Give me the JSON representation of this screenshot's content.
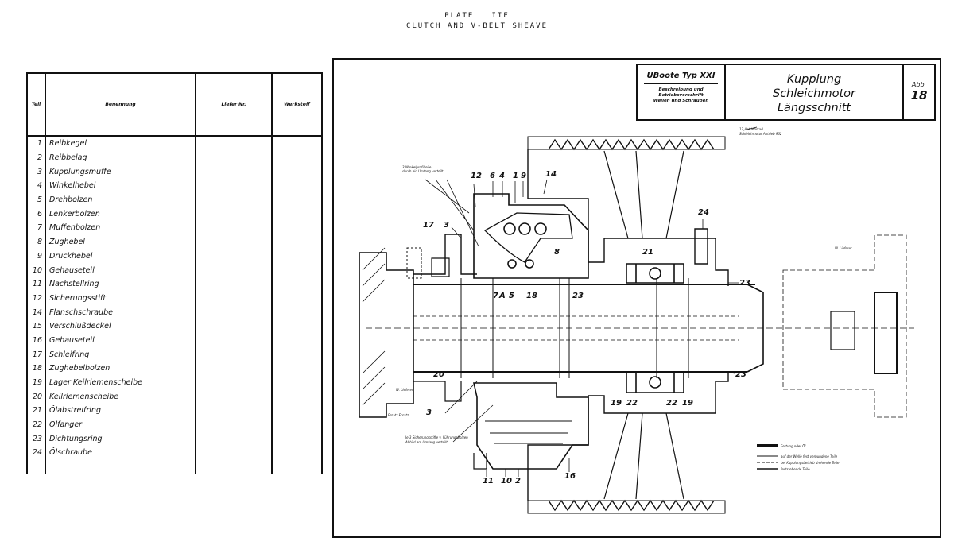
{
  "header": {
    "plate": "PLATE   IIE",
    "caption": "CLUTCH AND V-BELT SHEAVE"
  },
  "parts_table": {
    "columns": [
      "Teil",
      "Benennung",
      "Liefer Nr.",
      "Werkstoff"
    ],
    "rows": [
      {
        "no": "1",
        "name": "Reibkegel"
      },
      {
        "no": "2",
        "name": "Reibbelag"
      },
      {
        "no": "3",
        "name": "Kupplungsmuffe"
      },
      {
        "no": "4",
        "name": "Winkelhebel"
      },
      {
        "no": "5",
        "name": "Drehbolzen"
      },
      {
        "no": "6",
        "name": "Lenkerbolzen"
      },
      {
        "no": "7",
        "name": "Muffenbolzen"
      },
      {
        "no": "8",
        "name": "Zughebel"
      },
      {
        "no": "9",
        "name": "Druckhebel"
      },
      {
        "no": "10",
        "name": "Gehauseteil"
      },
      {
        "no": "11",
        "name": "Nachstellring"
      },
      {
        "no": "12",
        "name": "Sicherungsstift"
      },
      {
        "no": "14",
        "name": "Flanschschraube"
      },
      {
        "no": "15",
        "name": "Verschlußdeckel"
      },
      {
        "no": "16",
        "name": "Gehauseteil"
      },
      {
        "no": "17",
        "name": "Schleifring"
      },
      {
        "no": "18",
        "name": "Zughebelbolzen"
      },
      {
        "no": "19",
        "name": "Lager Keilriemenscheibe"
      },
      {
        "no": "20",
        "name": "Keilriemenscheibe"
      },
      {
        "no": "21",
        "name": "Ölabstreifring"
      },
      {
        "no": "22",
        "name": "Ölfanger"
      },
      {
        "no": "23",
        "name": "Dichtungsring"
      },
      {
        "no": "24",
        "name": "Ölschraube"
      }
    ]
  },
  "title_block": {
    "project": "UBoote Typ XXI",
    "subtitle_lines": [
      "Beschreibung und",
      "Betriebsvorschrift",
      "Wellen und Schrauben"
    ],
    "title_lines": [
      "Kupplung",
      "Schleichmotor",
      "Längsschnitt"
    ],
    "fig_label": "Abb.",
    "fig_number": "18"
  },
  "drawing": {
    "callouts": {
      "c12": "12",
      "c6": "6",
      "c4": "4",
      "c1": "1",
      "c9": "9",
      "c14": "14",
      "c17": "17",
      "c3a": "3",
      "c8": "8",
      "c7": "7",
      "cA": "A",
      "c5": "5",
      "c18": "18",
      "c23a": "23",
      "c21": "21",
      "c24": "24",
      "c23b": "23",
      "c23c": "23",
      "c20": "20",
      "c3b": "3",
      "c19a": "19",
      "c22a": "22",
      "c22b": "22",
      "c19b": "19",
      "c11": "11",
      "c10": "10",
      "c2": "2",
      "c16": "16"
    },
    "notes": {
      "n_top_left_1": "3 Winkelprofilteile",
      "n_top_left_2": "durch ein Umfang verteilt",
      "n_top_right_1": "12 Antriebsrad",
      "n_top_right_2": "Schleichmotor Antrieb 962",
      "n_right": "W. Lieferer",
      "n_left_bottom": "W. Lieferer",
      "n_fix": "Ersatz Ersatz",
      "n_bottom_1": "Je 3 Sicherungsstifte v. Führungsbolzen",
      "n_bottom_2": "Abbild am Umfang verteilt"
    },
    "legend": [
      "Fettung oder Öl",
      "auf der Welle fest verbundene Teile",
      "bei Kupplungsbetrieb drehende Teile",
      "feststehende Teile"
    ]
  },
  "colors": {
    "ink": "#111111",
    "paper": "#ffffff"
  }
}
